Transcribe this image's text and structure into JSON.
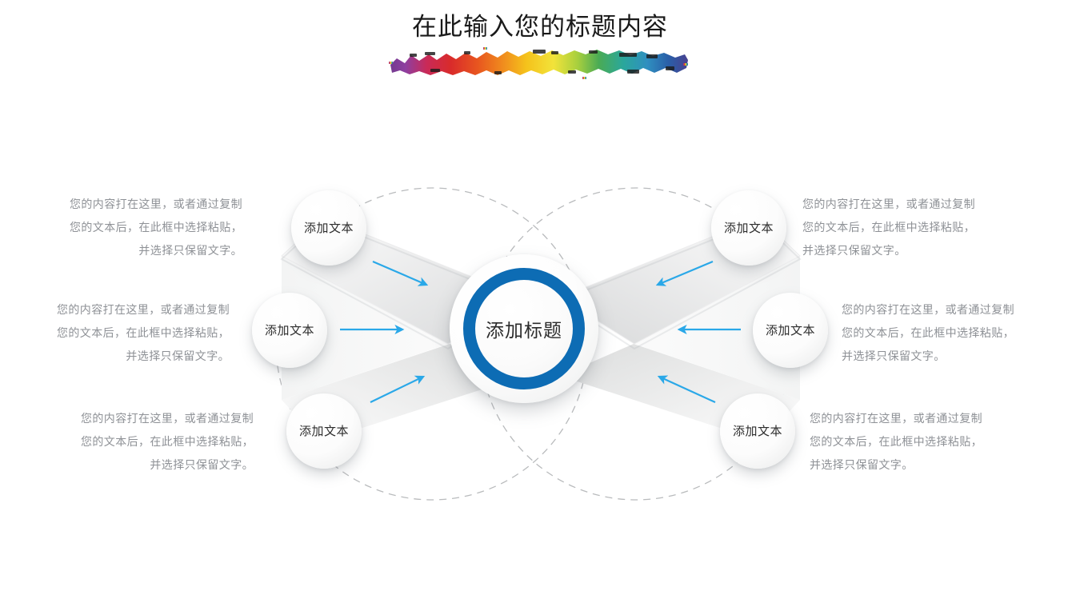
{
  "slide": {
    "title": "在此输入您的标题内容",
    "splash_name": "rainbow-paint-splash",
    "splash_colors": [
      "#6e3a8c",
      "#8e3fa0",
      "#c92a58",
      "#d92b2b",
      "#e8561f",
      "#f08a1e",
      "#f5c21b",
      "#f2e33a",
      "#a7cf3e",
      "#4aab55",
      "#2aa79b",
      "#2f8fc0",
      "#2a5fa8",
      "#4b3e8e"
    ]
  },
  "center": {
    "label": "添加标题",
    "ring_color": "#0d6cb4"
  },
  "nodes": [
    {
      "id": "left-top",
      "label": "添加文本"
    },
    {
      "id": "left-middle",
      "label": "添加文本"
    },
    {
      "id": "left-bottom",
      "label": "添加文本"
    },
    {
      "id": "right-top",
      "label": "添加文本"
    },
    {
      "id": "right-middle",
      "label": "添加文本"
    },
    {
      "id": "right-bottom",
      "label": "添加文本"
    }
  ],
  "copy": [
    {
      "id": "left-top",
      "text": "您的内容打在这里，或者通过复制您的文本后，在此框中选择粘贴，并选择只保留文字。"
    },
    {
      "id": "left-middle",
      "text": "您的内容打在这里，或者通过复制您的文本后，在此框中选择粘贴，并选择只保留文字。"
    },
    {
      "id": "left-bottom",
      "text": "您的内容打在这里，或者通过复制您的文本后，在此框中选择粘贴，并选择只保留文字。"
    },
    {
      "id": "right-top",
      "text": "您的内容打在这里，或者通过复制您的文本后，在此框中选择粘贴，并选择只保留文字。"
    },
    {
      "id": "right-middle",
      "text": "您的内容打在这里，或者通过复制您的文本后，在此框中选择粘贴，并选择只保留文字。"
    },
    {
      "id": "right-bottom",
      "text": "您的内容打在这里，或者通过复制您的文本后，在此框中选择粘贴，并选择只保留文字。"
    }
  ],
  "style": {
    "arrow_color": "#2aa8e8",
    "dashed_circle_color": "#b9bbbd",
    "ribbon_light": "#fbfbfb",
    "ribbon_dark": "#d9dadb",
    "body_text_color": "#8e9196",
    "title_text_color": "#1a1a1a",
    "background": "#ffffff"
  }
}
